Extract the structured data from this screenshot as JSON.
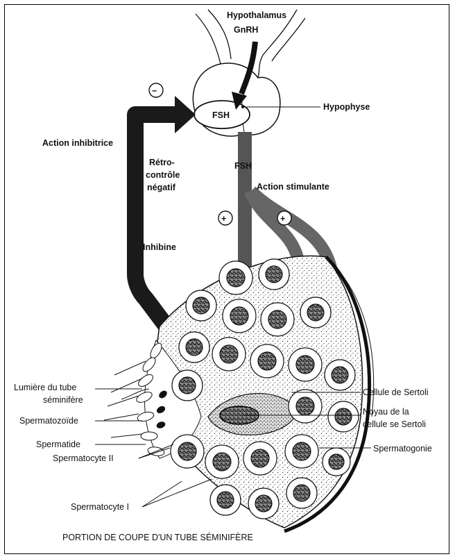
{
  "labels": {
    "hypothalamus": "Hypothalamus",
    "gnrh": "GnRH",
    "fsh_gland": "FSH",
    "hypophyse": "Hypophyse",
    "minus_sign": "−",
    "action_inhibitrice": "Action inhibitrice",
    "retro_1": "Rétro-",
    "retro_2": "contrôle",
    "retro_3": "négatif",
    "fsh_arrow": "FSH",
    "action_stimulante": "Action stimulante",
    "plus_sign": "+",
    "inhibine": "Inhibine",
    "lumiere_1": "Lumière du tube",
    "lumiere_2": "séminifère",
    "spermatozoide": "Spermatozoïde",
    "spermatide": "Spermatide",
    "spermatocyte_2": "Spermatocyte II",
    "spermatocyte_1": "Spermatocyte I",
    "sertoli": "Cellule de Sertoli",
    "noyau_1": "Noyau de la",
    "noyau_2": "cellule se Sertoli",
    "spermatogonie": "Spermatogonie",
    "caption": "PORTION DE COUPE D'UN TUBE SÉMINIFÈRE"
  },
  "colors": {
    "arrow_dark": "#1a1a1a",
    "arrow_grey": "#555555",
    "ink": "#111111",
    "paper": "#ffffff"
  }
}
